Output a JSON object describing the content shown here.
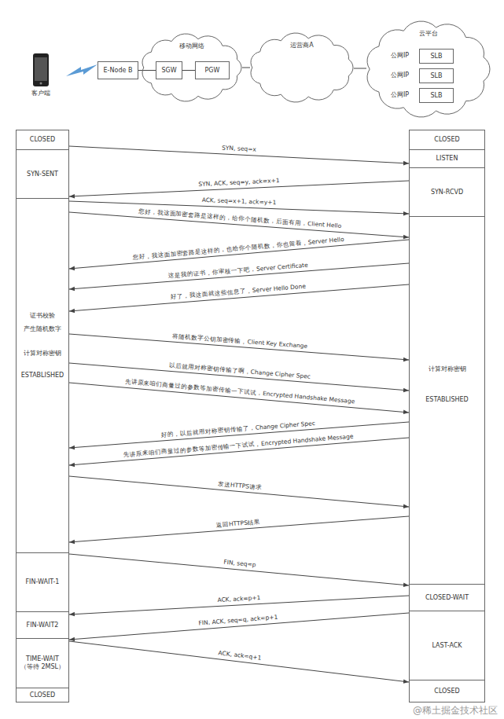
{
  "diagram": {
    "nodes": [
      {
        "text": [
          "E-Node B"
        ]
      },
      {
        "text": [
          "移动网络"
        ]
      },
      {
        "text": [
          "SGW"
        ],
        "in": 1
      },
      {
        "text": [
          "PGW"
        ],
        "in": 1
      },
      {
        "text": [
          "运营商A"
        ]
      },
      {
        "text": [
          "云平台"
        ]
      },
      {
        "text": [
          "SLB"
        ],
        "in": 5
      },
      {
        "text": [
          "SLB"
        ],
        "in": 5
      },
      {
        "text": [
          "SLB"
        ],
        "in": 5
      },
      {
        "text": [
          "CLOSED"
        ]
      },
      {
        "text": [
          "SYN-SENT"
        ]
      },
      {
        "text": [
          "证书校验",
          "产生随机数字",
          "计算对称密钥",
          "ESTABLISHED"
        ]
      },
      {
        "text": [
          "FIN-WAIT-1"
        ]
      },
      {
        "text": [
          "FIN-WAIT2"
        ]
      },
      {
        "text": [
          "TIME-WAIT",
          "（等待 2MSL）"
        ]
      },
      {
        "text": [
          "CLOSED"
        ]
      },
      {
        "text": [
          "CLOSED"
        ]
      },
      {
        "text": [
          "LISTEN"
        ]
      },
      {
        "text": [
          "SYN-RCVD"
        ]
      },
      {
        "text": [
          "计算对称密钥",
          "ESTABLISHED"
        ]
      },
      {
        "text": [
          "CLOSED-WAIT"
        ]
      },
      {
        "text": [
          "LAST-ACK"
        ]
      },
      {
        "text": [
          "CLOSED"
        ]
      }
    ],
    "edges": [
      {
        "from": 0,
        "to": 2,
        "arrow": "none"
      },
      {
        "from": 2,
        "to": 3,
        "arrow": "none"
      },
      {
        "from": 1,
        "to": 4,
        "arrow": "none"
      },
      {
        "from": 4,
        "to": 5,
        "arrow": "none"
      },
      {
        "from": 9,
        "to": 17,
        "arrow": "to",
        "label": "SYN, seq=x"
      },
      {
        "from": 18,
        "to": 10,
        "arrow": "to",
        "label": "SYN, ACK, seq=y, ack=x+1"
      },
      {
        "from": 11,
        "to": 18,
        "arrow": "to",
        "label": "ACK, seq=x+1, ack=y+1"
      },
      {
        "from": 11,
        "to": 19,
        "arrow": "to",
        "label": "您好，我这面加密套路是这样的，给你个随机数，后面有用，Client Hello"
      },
      {
        "from": 19,
        "to": 11,
        "arrow": "to",
        "label": "您好，我这面加密套路是这样的，也给你个随机数，你也留着，Server Hello"
      },
      {
        "from": 19,
        "to": 11,
        "arrow": "to",
        "label": "这是我的证书，你审核一下吧，Server Certificate"
      },
      {
        "from": 19,
        "to": 11,
        "arrow": "to",
        "label": "好了，我这面就这些信息了，Server Hello Done"
      },
      {
        "from": 11,
        "to": 19,
        "arrow": "to",
        "label": "将随机数字公钥加密传输，Client Key Exchange"
      },
      {
        "from": 11,
        "to": 19,
        "arrow": "to",
        "label": "以后就用对称密钥传输了啊，Change Cipher Spec"
      },
      {
        "from": 11,
        "to": 19,
        "arrow": "to",
        "label": "先讲原来咱们商量过的参数等加密传输一下试试，Encrypted Handshake Message"
      },
      {
        "from": 19,
        "to": 11,
        "arrow": "to",
        "label": "好的，以后就用对称密钥传输了，Change Cipher Spec"
      },
      {
        "from": 19,
        "to": 11,
        "arrow": "to",
        "label": "先讲原来咱们商量过的参数等加密传输一下试试，Encrypted Handshake Message"
      },
      {
        "from": 11,
        "to": 19,
        "arrow": "to",
        "label": "发送HTTPS请求"
      },
      {
        "from": 19,
        "to": 11,
        "arrow": "to",
        "label": "返回HTTPS结果"
      },
      {
        "from": 12,
        "to": 20,
        "arrow": "to",
        "label": "FIN, seq=p"
      },
      {
        "from": 20,
        "to": 13,
        "arrow": "to",
        "label": "ACK, ack=p+1"
      },
      {
        "from": 21,
        "to": 14,
        "arrow": "to",
        "label": "FIN, ACK, seq=q, ack=p+1"
      },
      {
        "from": 14,
        "to": 22,
        "arrow": "to",
        "label": "ACK, ack=q+1"
      }
    ],
    "labels": [
      "客户端",
      "公网IP",
      "公网IP",
      "公网IP",
      "@稀土掘金技术社区"
    ]
  }
}
